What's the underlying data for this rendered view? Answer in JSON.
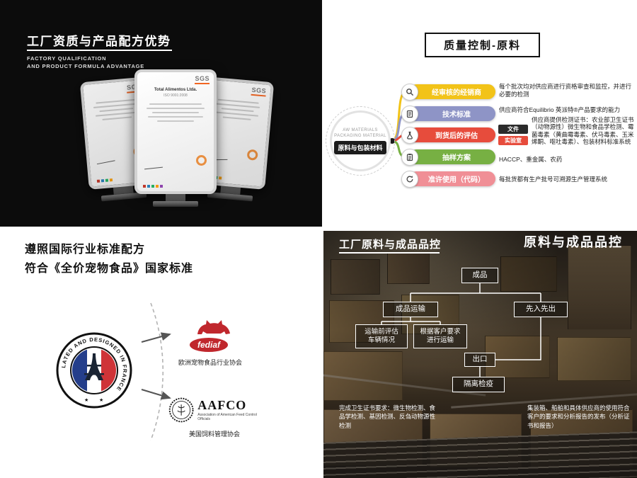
{
  "colors": {
    "accent_orange": "#f26522",
    "node_yellow": "#f2c318",
    "node_purple": "#8e94c6",
    "node_red": "#e74c3c",
    "node_green": "#77b043",
    "node_pink": "#f0f8f96",
    "tag_dark": "#2b2b2b",
    "fediaf_red": "#c0272d",
    "flag_blue": "#243e8b",
    "flag_red": "#cf3438"
  },
  "top_left": {
    "title": "工厂资质与产品配方优势",
    "subtitle_line1": "FACTORY QUALIFICATION",
    "subtitle_line2": "AND PRODUCT FORMULA ADVANTAGE",
    "cert_brand": "SGS",
    "cert_center_title": "Total Alimentos Ltda.",
    "cert_center_sub": "ISO 9001:2008"
  },
  "top_right": {
    "title": "质量控制-原料",
    "hub_en1": "AW MATERIALS",
    "hub_en2": "PACKAGING MATERIAL",
    "hub_zh": "原料与包装材料",
    "nodes": [
      {
        "label": "经审核的经销商",
        "color": "#f2c318",
        "icon": "magnifier-icon",
        "desc": "每个批次均对供应商进行资格审查和监控，并进行必要的检测"
      },
      {
        "label": "技术标准",
        "color": "#8e94c6",
        "icon": "document-icon",
        "desc": "供应商符合Equilibrio 英派特®产品要求的能力"
      },
      {
        "label": "到货后的评估",
        "color": "#e74c3c",
        "icon": "flask-icon",
        "tag1": "文件",
        "tag2": "实验室",
        "desc": "供应商提供检测证书：农业部卫生证书（动物源性）微生物和食品学检测、霉菌毒素（黄曲霉毒素、伏马毒素、玉米烯酮、呕吐毒素）、包装材料标准系统"
      },
      {
        "label": "抽样方案",
        "color": "#77b043",
        "icon": "clipboard-icon",
        "desc": "HACCP、重金属、农药"
      },
      {
        "label": "准许使用（代码）",
        "color": "#f08f96",
        "icon": "refresh-icon",
        "desc": "每批货都有生产批号可溯源生产管理系统"
      }
    ]
  },
  "bottom_left": {
    "line1": "遵照国际行业标准配方",
    "line2": "符合《全价宠物食品》国家标准",
    "badge_ring_text": "FORMULATED AND DESIGNED IN FRANCE",
    "star_glyph": "★",
    "fediaf_name": "fediaf",
    "fediaf_caption": "欧洲宠物食品行业协会",
    "aafco_name": "AAFCO",
    "aafco_sub": "Association of American Feed Control Officials",
    "aafco_caption": "美国饲料管理协会"
  },
  "bottom_right": {
    "title_left": "工厂原料与成品品控",
    "title_right": "原料与成品品控",
    "flow": {
      "root": "成品",
      "left": "成品运输",
      "right": "先入先出",
      "sub1a": "运输前评估",
      "sub1b": "车辆情况",
      "sub2a": "根据客户要求",
      "sub2b": "进行运输",
      "export": "出口",
      "quarantine": "隔离检疫"
    },
    "note_left": "完成卫生证书要求：微生物检测、食品学检测、基因检测、反刍动物源性检测",
    "note_right": "集装箱、船舶和具体供应商的使用符合客户的要求和分析报告的发布（分析证书和报告）"
  }
}
